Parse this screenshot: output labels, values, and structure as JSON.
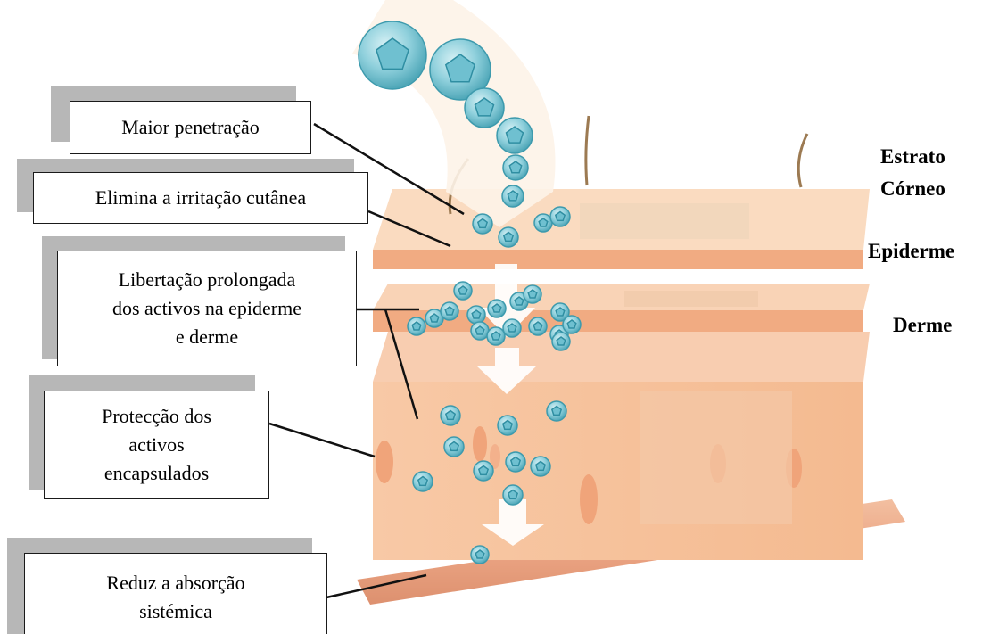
{
  "labels": {
    "maior_penetracao": "Maior penetração",
    "elimina_irritacao": "Elimina a irritação cutânea",
    "libertacao": "Libertação prolongada\ndos activos na epiderme\ne derme",
    "proteccao": "Protecção dos\nactivos\nencapsulados",
    "reduz_absorcao": "Reduz a absorção\nsistémica"
  },
  "layers": {
    "estrato_corneo": "Estrato\nCórneo",
    "epiderme": "Epiderme",
    "derme": "Derme"
  },
  "colors": {
    "skin_top": "#f9d3b2",
    "skin_side": "#f3b68a",
    "vessel": "#e9a27e",
    "particle": "#7cc6d3",
    "particle_core": "#3aa3b7",
    "arrow": "#ffffff",
    "shadow": "#b7b7b7"
  }
}
